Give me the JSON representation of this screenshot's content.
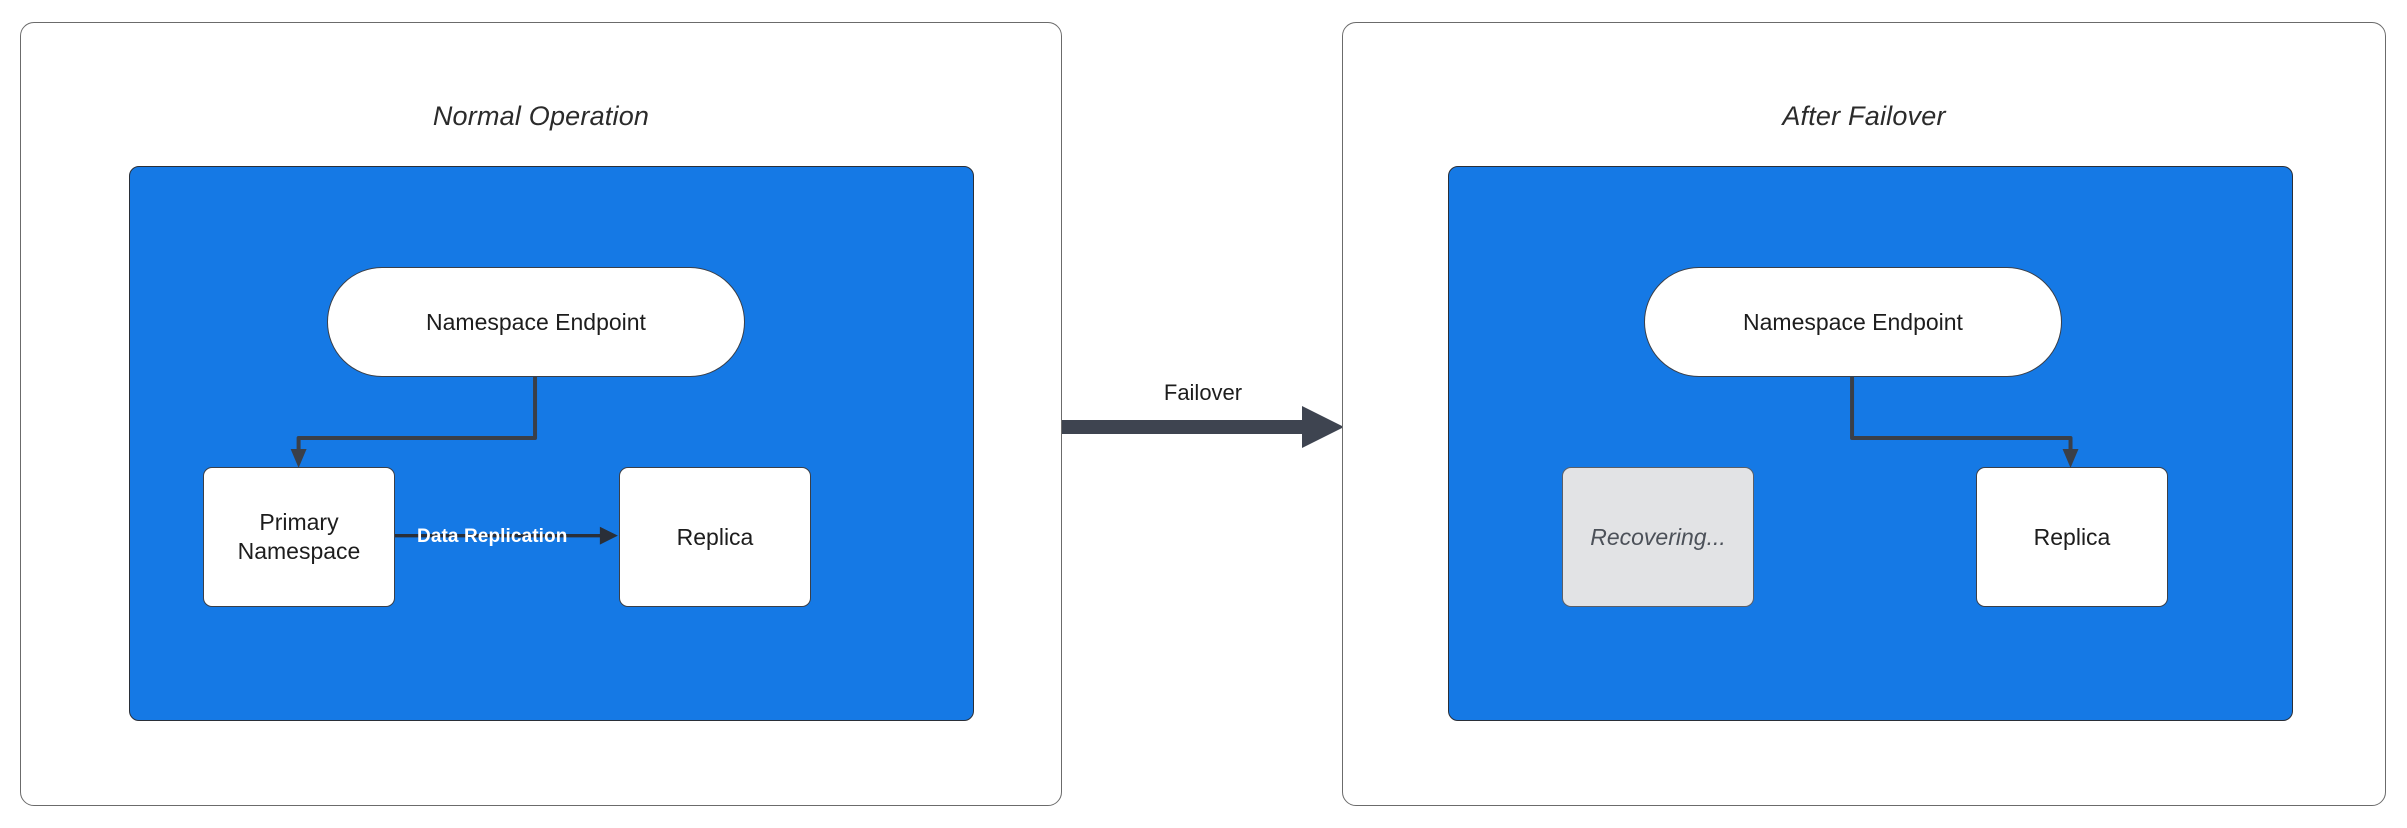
{
  "diagram": {
    "type": "failover-architecture",
    "background_color": "#ffffff",
    "accent_color": "#1579e5",
    "stroke_color": "#3a3f48",
    "muted_color": "#e2e3e5"
  },
  "panels": [
    {
      "id": "normal-operation",
      "title": "Normal Operation",
      "cluster": {
        "color": "#1579e5",
        "nodes": [
          {
            "id": "namespace-endpoint",
            "label": "Namespace Endpoint",
            "shape": "pill",
            "state": "active"
          },
          {
            "id": "primary-namespace",
            "label": "Primary Namespace",
            "shape": "box",
            "state": "active"
          },
          {
            "id": "replica",
            "label": "Replica",
            "shape": "box",
            "state": "active"
          }
        ],
        "edges": [
          {
            "from": "namespace-endpoint",
            "to": "primary-namespace",
            "label": "",
            "style": "elbow-arrow"
          },
          {
            "from": "primary-namespace",
            "to": "replica",
            "label": "Data Replication",
            "style": "straight-arrow"
          }
        ]
      }
    },
    {
      "id": "after-failover",
      "title": "After Failover",
      "cluster": {
        "color": "#1579e5",
        "nodes": [
          {
            "id": "namespace-endpoint",
            "label": "Namespace Endpoint",
            "shape": "pill",
            "state": "active"
          },
          {
            "id": "recovering",
            "label": "Recovering...",
            "shape": "box",
            "state": "recovering"
          },
          {
            "id": "replica",
            "label": "Replica",
            "shape": "box",
            "state": "active"
          }
        ],
        "edges": [
          {
            "from": "namespace-endpoint",
            "to": "replica",
            "label": "",
            "style": "elbow-arrow"
          }
        ]
      }
    }
  ],
  "transition": {
    "label": "Failover",
    "direction": "left-to-right",
    "color": "#3e4450"
  }
}
